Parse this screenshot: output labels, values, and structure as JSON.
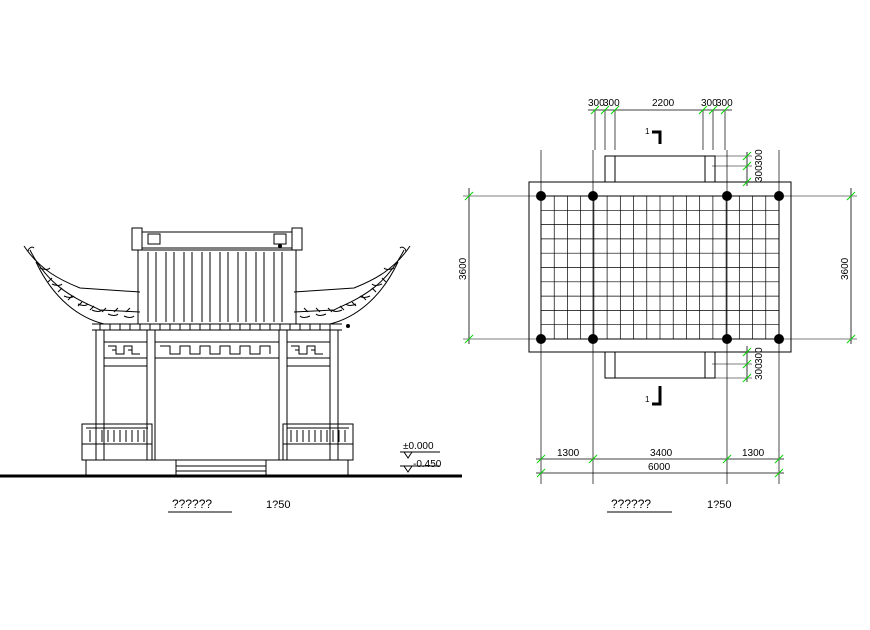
{
  "elevation": {
    "title": "??????",
    "scale": "1?50",
    "levels": [
      "±0.000",
      "-0.450"
    ]
  },
  "plan": {
    "title": "??????",
    "scale": "1?50",
    "section_mark": "1",
    "dims_top": [
      "300",
      "300",
      "2200",
      "300",
      "300"
    ],
    "dims_side_top": [
      "300",
      "300"
    ],
    "dims_side_bottom": [
      "300",
      "300"
    ],
    "dim_left": "3600",
    "dim_right": "3600",
    "dims_bottom": [
      "1300",
      "3400",
      "1300"
    ],
    "dim_total": "6000"
  },
  "colors": {
    "line": "#000000",
    "dim_tick": "#00dd00"
  }
}
